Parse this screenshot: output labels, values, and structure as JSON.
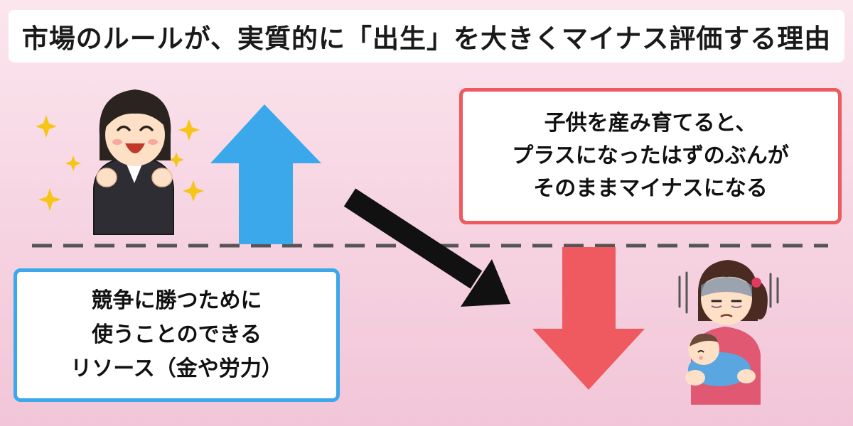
{
  "title": "市場のルールが、実質的に「出生」を大きくマイナス評価する理由",
  "red_box": {
    "lines": [
      "子供を産み育てると、",
      "プラスになったはずのぶんが",
      "そのままマイナスになる"
    ]
  },
  "blue_box": {
    "lines": [
      "競争に勝つために",
      "使うことのできる",
      "リソース（金や労力）"
    ]
  },
  "colors": {
    "up_arrow": "#3aa8ea",
    "down_arrow": "#ee5a5f",
    "red_border": "#ee5a5f",
    "blue_border": "#3aa8ea",
    "diagonal_arrow": "#111111",
    "baseline": "#555555"
  },
  "icons": [
    "happy-businesswoman-icon",
    "sparkle-icon",
    "tired-mother-with-baby-icon"
  ]
}
